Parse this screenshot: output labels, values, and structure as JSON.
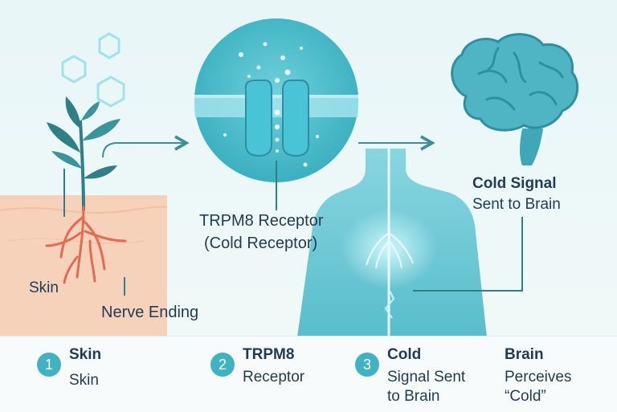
{
  "labels": {
    "receptor_title": "TRPM8 Receptor",
    "receptor_sub": "(Cold Receptor)",
    "signal_line1": "Cold Signal",
    "signal_line2": "Sent to Brain",
    "skin": "Skin",
    "nerve_ending": "Nerve Ending"
  },
  "steps": [
    {
      "number": "1",
      "title": "Skin",
      "sub_lines": [
        "Skin"
      ]
    },
    {
      "number": "2",
      "title": "TRPM8",
      "sub_lines": [
        "Receptor"
      ]
    },
    {
      "number": "3",
      "title": "Cold",
      "sub_lines": [
        "Signal Sent",
        "to Brain"
      ]
    },
    {
      "number": "",
      "title": "Brain",
      "sub_lines": [
        "Perceives",
        "“Cold”"
      ]
    }
  ],
  "colors": {
    "accent": "#3fb3c2",
    "text": "#1f3b57",
    "skin": "#f7d2bb",
    "nerve": "#e46b4e",
    "plant": "#2f7f86",
    "body": "#5cc2cf",
    "brain": "#4fb5c4"
  },
  "icons": [
    "hexagon-icon",
    "plant-icon",
    "arrow-right-icon",
    "receptor-circle-icon",
    "brain-icon",
    "human-torso-icon",
    "spinal-nerve-icon"
  ]
}
